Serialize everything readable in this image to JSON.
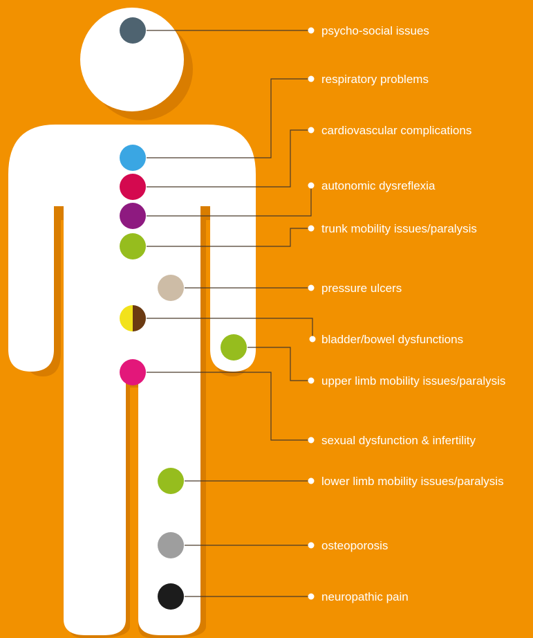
{
  "colors": {
    "background": "#F29100",
    "body": "#FFFFFF",
    "shadow": "#C46E00",
    "connector": "#4A3A2A",
    "bullet": "#FFFFFF"
  },
  "issues": [
    {
      "id": "psycho-social",
      "label": "psycho-social issues",
      "marker_color": "#4E6370"
    },
    {
      "id": "respiratory",
      "label": "respiratory problems",
      "marker_color": "#3AA6E3"
    },
    {
      "id": "cardiovascular",
      "label": "cardiovascular complications",
      "marker_color": "#D4094F"
    },
    {
      "id": "autonomic",
      "label": "autonomic dysreflexia",
      "marker_color": "#8E1A80"
    },
    {
      "id": "trunk-mobility",
      "label": "trunk mobility issues/paralysis",
      "marker_color": "#96BD1E"
    },
    {
      "id": "pressure-ulcers",
      "label": "pressure ulcers",
      "marker_color": "#CDBCA6"
    },
    {
      "id": "bladder-bowel",
      "label": "bladder/bowel dysfunctions",
      "marker_color": "#F2E21B",
      "marker_color_2": "#6B3A12"
    },
    {
      "id": "upper-limb",
      "label": "upper limb mobility issues/paralysis",
      "marker_color": "#96BD1E"
    },
    {
      "id": "sexual",
      "label": "sexual dysfunction & infertility",
      "marker_color": "#E3177A"
    },
    {
      "id": "lower-limb",
      "label": "lower limb mobility issues/paralysis",
      "marker_color": "#96BD1E"
    },
    {
      "id": "osteoporosis",
      "label": "osteoporosis",
      "marker_color": "#9E9E9E"
    },
    {
      "id": "neuropathic",
      "label": "neuropathic pain",
      "marker_color": "#1C1C1C"
    }
  ]
}
